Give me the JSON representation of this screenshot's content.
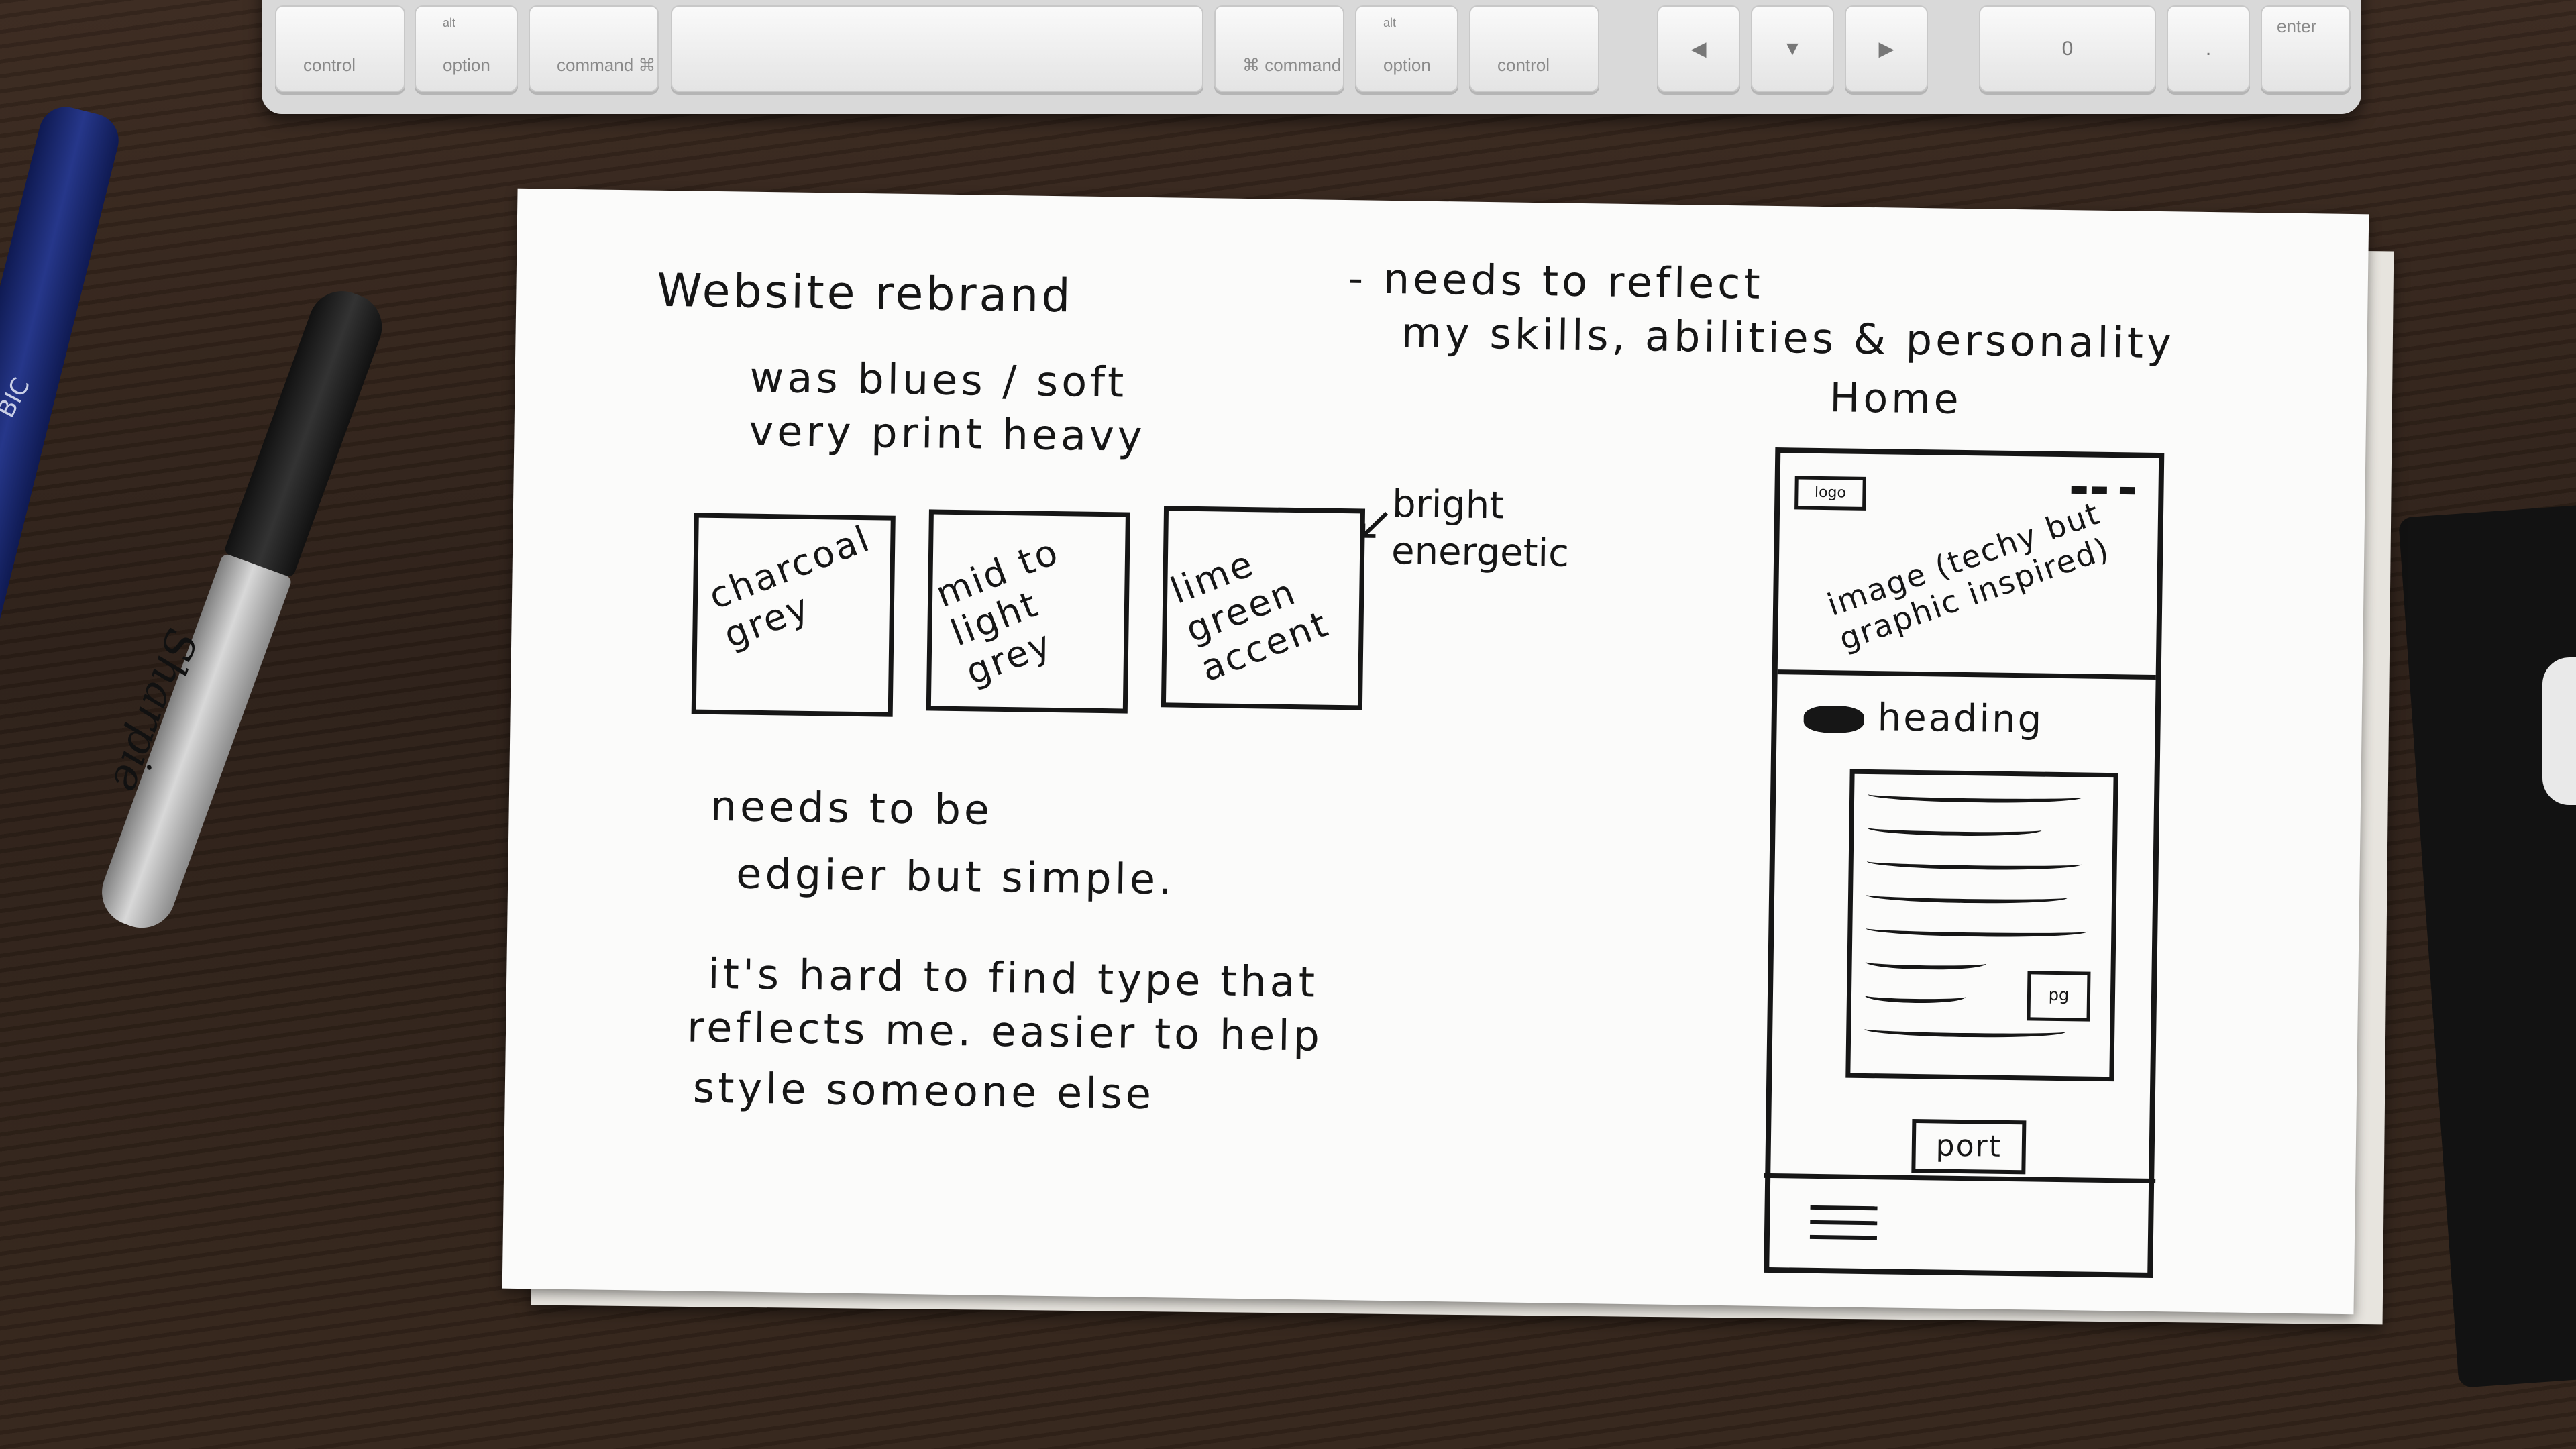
{
  "keyboard": {
    "keys": [
      {
        "label": "control",
        "alt": ""
      },
      {
        "label": "option",
        "alt": "alt"
      },
      {
        "label": "command ⌘",
        "alt": ""
      },
      {
        "label": "",
        "alt": ""
      },
      {
        "label": "⌘ command",
        "alt": ""
      },
      {
        "label": "option",
        "alt": "alt"
      },
      {
        "label": "control",
        "alt": ""
      },
      {
        "label": "◀",
        "alt": ""
      },
      {
        "label": "▼",
        "alt": ""
      },
      {
        "label": "▶",
        "alt": ""
      },
      {
        "label": "0",
        "alt": ""
      },
      {
        "label": ".",
        "alt": ""
      },
      {
        "label": "enter",
        "alt": ""
      }
    ]
  },
  "sketch": {
    "title": "Website rebrand",
    "requirement_line1": "- needs to reflect",
    "requirement_line2": "my skills, abilities & personality",
    "previous_line1": "was blues / soft",
    "previous_line2": "very print heavy",
    "swatches": [
      "charcoal grey",
      "mid to light grey",
      "lime green accent"
    ],
    "accent_note_line1": "bright",
    "accent_note_line2": "energetic",
    "goal_line1": "needs to be",
    "goal_line2": "edgier but simple.",
    "type_line1": "it's hard to find type that",
    "type_line2": "reflects me. easier to help",
    "type_line3": "style someone else",
    "wireframe": {
      "page_label": "Home",
      "logo": "logo",
      "hero_text": "image (techy but graphic inspired)",
      "heading": "heading",
      "image_placeholder": "pg",
      "button": "port"
    }
  },
  "objects": {
    "marker_brand": "Sharpie",
    "pen_brand": "BIC"
  }
}
